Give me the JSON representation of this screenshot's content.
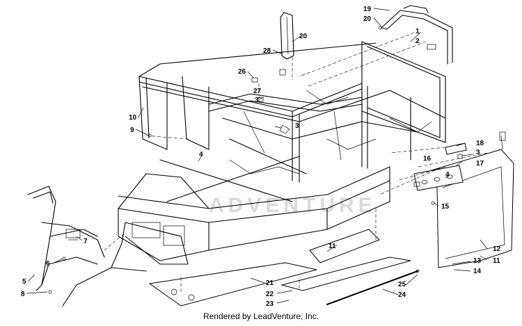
{
  "diagram": {
    "callouts": [
      {
        "id": "c19",
        "label": "19"
      },
      {
        "id": "c20a",
        "label": "20"
      },
      {
        "id": "c20b",
        "label": "20"
      },
      {
        "id": "c1",
        "label": "1"
      },
      {
        "id": "c2",
        "label": "2"
      },
      {
        "id": "c28",
        "label": "28"
      },
      {
        "id": "c26",
        "label": "26"
      },
      {
        "id": "c27",
        "label": "27"
      },
      {
        "id": "c3a",
        "label": "3"
      },
      {
        "id": "c3b",
        "label": "3"
      },
      {
        "id": "c3c",
        "label": "3"
      },
      {
        "id": "c10",
        "label": "10"
      },
      {
        "id": "c9",
        "label": "9"
      },
      {
        "id": "c4a",
        "label": "4"
      },
      {
        "id": "c4b",
        "label": "4"
      },
      {
        "id": "c18",
        "label": "18"
      },
      {
        "id": "c16",
        "label": "16"
      },
      {
        "id": "c17",
        "label": "17"
      },
      {
        "id": "c15",
        "label": "15"
      },
      {
        "id": "c7",
        "label": "7"
      },
      {
        "id": "c6",
        "label": "6"
      },
      {
        "id": "c5",
        "label": "5"
      },
      {
        "id": "c8",
        "label": "8"
      },
      {
        "id": "c11a",
        "label": "11"
      },
      {
        "id": "c11b",
        "label": "11"
      },
      {
        "id": "c12",
        "label": "12"
      },
      {
        "id": "c13",
        "label": "13"
      },
      {
        "id": "c14",
        "label": "14"
      },
      {
        "id": "c21",
        "label": "21"
      },
      {
        "id": "c22",
        "label": "22"
      },
      {
        "id": "c23",
        "label": "23"
      },
      {
        "id": "c25",
        "label": "25"
      },
      {
        "id": "c24",
        "label": "24"
      }
    ],
    "watermark": "ADVENTURE"
  },
  "footer": {
    "text": "Rendered by LeadVenture, Inc."
  }
}
